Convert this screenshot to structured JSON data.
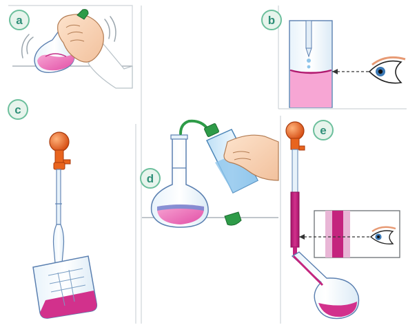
{
  "panels": {
    "a": {
      "label": "a"
    },
    "b": {
      "label": "b"
    },
    "c": {
      "label": "c"
    },
    "d": {
      "label": "d"
    },
    "e": {
      "label": "e"
    }
  },
  "colors": {
    "badge_fill": "#e7f4ec",
    "badge_stroke": "#6cbf9c",
    "badge_text": "#2f8f78",
    "pink_solution": "#e95fb0",
    "magenta_solution": "#c4247e",
    "bulb_orange": "#e8641e",
    "stopper_green": "#2e9b48",
    "glass_outline": "#5a7fb0",
    "water_blue": "#7fb8e6"
  },
  "icons": [
    "hand-icon",
    "eye-icon",
    "pipette-bulb-icon",
    "wash-bottle-icon",
    "stopper-icon",
    "volumetric-flask-icon",
    "beaker-icon",
    "burette-icon"
  ]
}
